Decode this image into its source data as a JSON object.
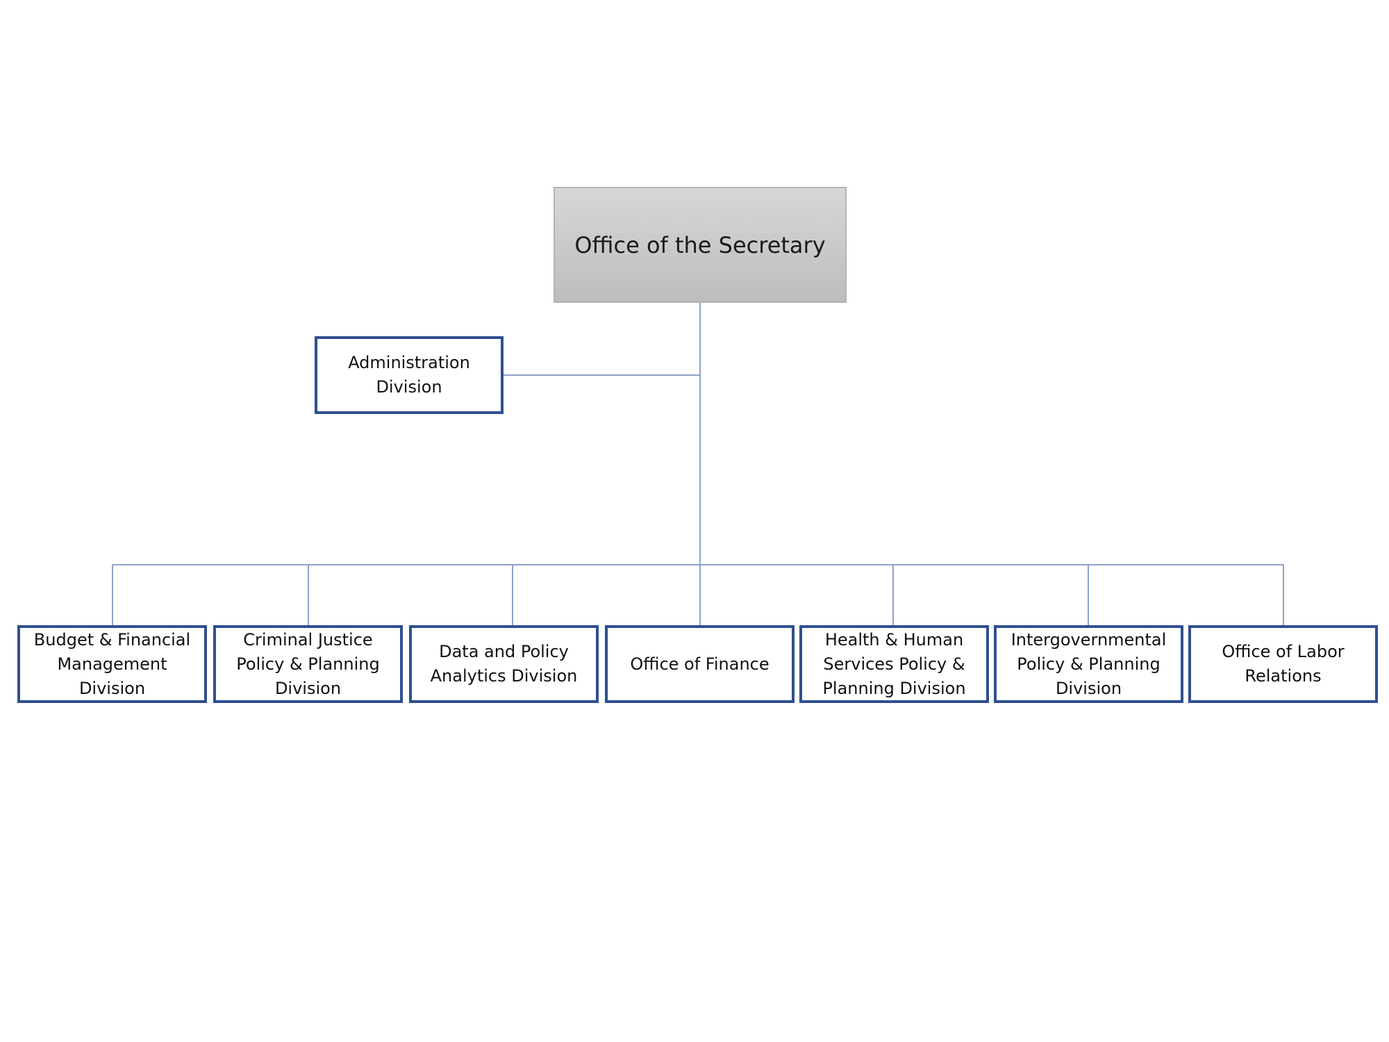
{
  "chart": {
    "root": {
      "label": "Office of the Secretary"
    },
    "staff_unit": {
      "label": "Administration\nDivision"
    },
    "divisions": [
      {
        "label": "Budget & Financial\nManagement\nDivision"
      },
      {
        "label": "Criminal Justice\nPolicy & Planning\nDivision"
      },
      {
        "label": "Data and Policy\nAnalytics Division"
      },
      {
        "label": "Office of Finance"
      },
      {
        "label": "Health & Human\nServices Policy &\nPlanning Division"
      },
      {
        "label": "Intergovernmental\nPolicy & Planning\nDivision"
      },
      {
        "label": "Office of Labor\nRelations"
      }
    ]
  },
  "colors": {
    "box_border": "#2f4f8f",
    "connector": "#8ea1c8",
    "root_fill_top": "#d7d7d7",
    "root_fill_bottom": "#bdbdbd"
  }
}
